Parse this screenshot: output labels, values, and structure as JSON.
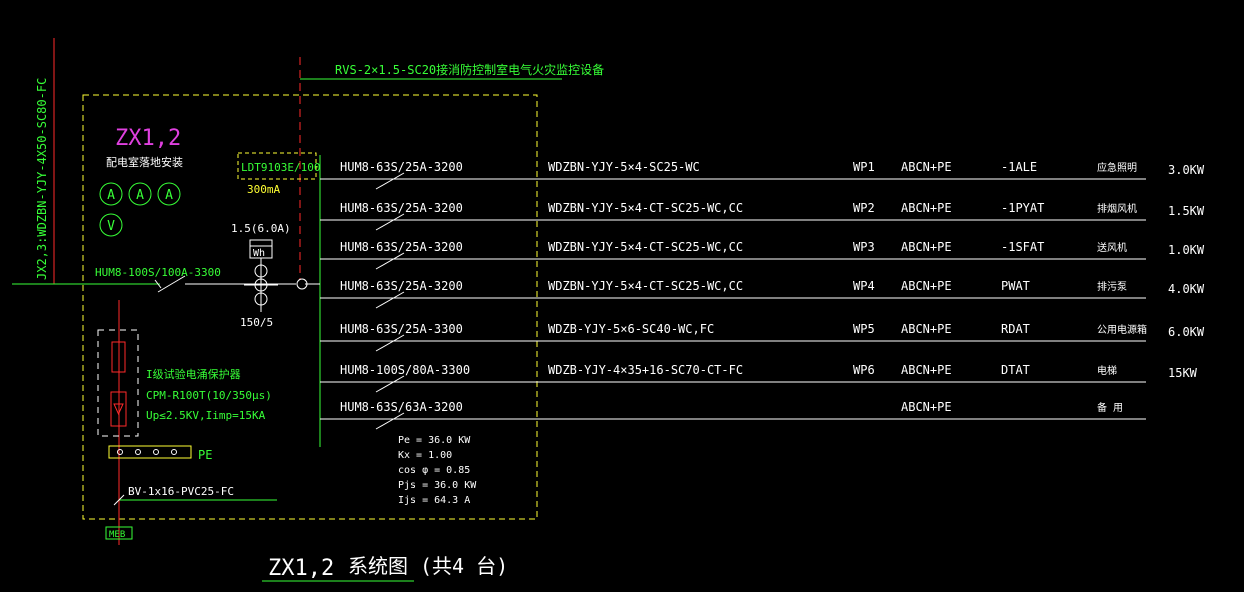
{
  "panel": {
    "name": "ZX1,2",
    "description": "配电室落地安装",
    "meters": [
      "A",
      "A",
      "A",
      "V"
    ],
    "incoming_cable": "JX2,3:WDZBN-YJY-4X50-SC80-FC",
    "main_breaker": "HUM8-100S/100A-3300",
    "fire_link_cable": "RVS-2×1.5-SC20接消防控制室电气火灾监控设备",
    "rcd_monitor": "LDT9103E/100",
    "rcd_current": "300mA",
    "meter_rating": "1.5(6.0A)",
    "wh_label": "Wh",
    "ct_ratio": "150/5",
    "spd_title": "I级试验电涌保护器",
    "spd_model": "CPM-R100T(10/350μs)",
    "spd_params": "Up≤2.5KV,Iimp=15KA",
    "pe_label": "PE",
    "ground_cable": "BV-1x16-PVC25-FC",
    "meb_label": "MEB"
  },
  "circuits": [
    {
      "breaker": "HUM8-63S/25A-3200",
      "cable": "WDZBN-YJY-5×4-SC25-WC",
      "code": "WP1",
      "phase": "ABCN+PE",
      "dest": "-1ALE",
      "use": "应急照明",
      "power": "3.0KW"
    },
    {
      "breaker": "HUM8-63S/25A-3200",
      "cable": "WDZBN-YJY-5×4-CT-SC25-WC,CC",
      "code": "WP2",
      "phase": "ABCN+PE",
      "dest": "-1PYAT",
      "use": "排烟风机",
      "power": "1.5KW"
    },
    {
      "breaker": "HUM8-63S/25A-3200",
      "cable": "WDZBN-YJY-5×4-CT-SC25-WC,CC",
      "code": "WP3",
      "phase": "ABCN+PE",
      "dest": "-1SFAT",
      "use": "送风机",
      "power": "1.0KW"
    },
    {
      "breaker": "HUM8-63S/25A-3200",
      "cable": "WDZBN-YJY-5×4-CT-SC25-WC,CC",
      "code": "WP4",
      "phase": "ABCN+PE",
      "dest": "PWAT",
      "use": "排污泵",
      "power": "4.0KW"
    },
    {
      "breaker": "HUM8-63S/25A-3300",
      "cable": "WDZB-YJY-5×6-SC40-WC,FC",
      "code": "WP5",
      "phase": "ABCN+PE",
      "dest": "RDAT",
      "use": "公用电源箱",
      "power": "6.0KW"
    },
    {
      "breaker": "HUM8-100S/80A-3300",
      "cable": "WDZB-YJY-4×35+16-SC70-CT-FC",
      "code": "WP6",
      "phase": "ABCN+PE",
      "dest": "DTAT",
      "use": "电梯",
      "power": "15KW"
    },
    {
      "breaker": "HUM8-63S/63A-3200",
      "cable": "",
      "code": "",
      "phase": "ABCN+PE",
      "dest": "",
      "use": "备 用",
      "power": ""
    }
  ],
  "load_calc": [
    "Pe = 36.0 KW",
    "Kx = 1.00",
    "cos φ = 0.85",
    "Pjs = 36.0 KW",
    "Ijs = 64.3 A"
  ],
  "caption": {
    "name": "ZX1,2",
    "subject": "系统图",
    "count": "(共4 台)"
  },
  "colors": {
    "white": "#ffffff",
    "green": "#37ff37",
    "red": "#ff2a2a",
    "yellow": "#ffff33",
    "magenta": "#e040e0"
  }
}
